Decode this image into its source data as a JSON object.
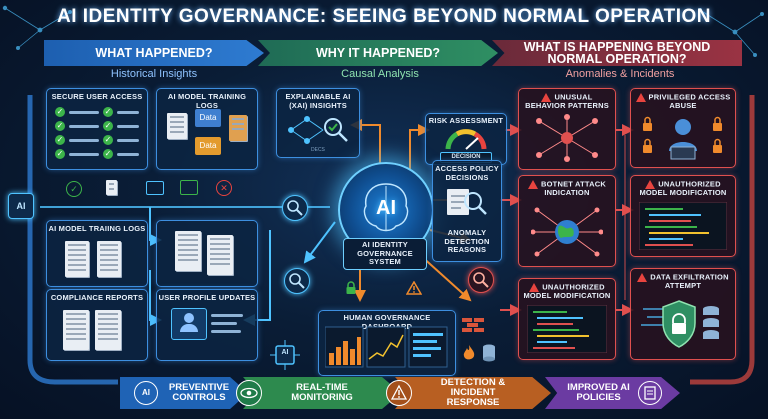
{
  "title": "AI IDENTITY GOVERNANCE: SEEING BEYOND NORMAL OPERATION",
  "phases": [
    {
      "label": "WHAT HAPPENED?",
      "subtitle": "Historical Insights"
    },
    {
      "label": "WHY IT HAPPENED?",
      "subtitle": "Causal Analysis"
    },
    {
      "label": "WHAT IS HAPPENING BEYOND NORMAL OPERATION?",
      "subtitle": "Anomalies & Incidents"
    }
  ],
  "historical": {
    "secure_user_access": "SECURE USER ACCESS",
    "training_logs_top": "AI MODEL TRAINING LOGS",
    "data_label": "Data",
    "training_logs_bottom": "AI MODEL TRAIING LOGS",
    "user_profile_updates": "USER PROFILE UPDATES",
    "compliance_reports": "COMPLIANCE REPORTS",
    "ai_chip_label": "AI"
  },
  "causal": {
    "xai": "EXPLAINABLE AI (XAI) INSIGHTS",
    "xai_note": "DECS",
    "risk": "RISK ASSESSMENT",
    "decision": "DECISION",
    "core_label": "AI",
    "core_caption": "AI IDENTITY GOVERNANCE SYSTEM",
    "access_policy": "ACCESS POLICY DECISIONS",
    "anomaly_reasons": "ANOMALY DETECTION REASONS",
    "dashboard": "HUMAN GOVERNANCE DASHBOARD",
    "chip_label": "AI"
  },
  "incidents": {
    "unusual_behavior": "UNUSUAL BEHAVIOR PATTERNS",
    "botnet": "BOTNET ATTACK INDICATION",
    "unauth_mod_mid": "UNAUTHORIZED MODEL MODIFICATION",
    "privileged": "PRIVILEGED ACCESS ABUSE",
    "unauth_mod_right": "UNAUTHORIZED MODEL MODIFICATION",
    "exfiltration": "DATA EXFILTRATION ATTEMPT"
  },
  "flow": [
    {
      "label": "PREVENTIVE CONTROLS",
      "icon": "AI"
    },
    {
      "label": "REAL-TIME MONITORING",
      "icon": "eye-icon"
    },
    {
      "label": "DETECTION & INCIDENT RESPONSE",
      "icon": "alert-icon"
    },
    {
      "label": "IMPROVED AI POLICIES",
      "icon": "doc-icon"
    }
  ],
  "colors": {
    "blue": "#3d8fe0",
    "green": "#2f8f63",
    "red": "#e0504f",
    "orange": "#f08a2c",
    "purple": "#6b3ba2"
  }
}
